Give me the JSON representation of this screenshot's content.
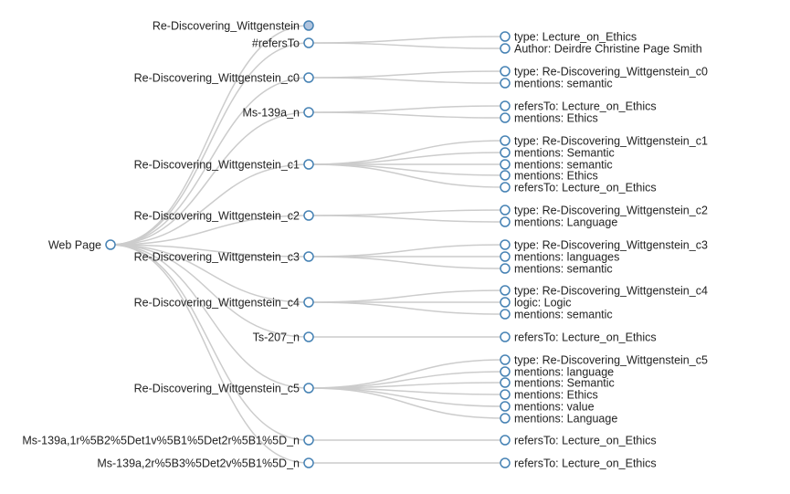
{
  "tree": {
    "root": "Web Page",
    "children": [
      {
        "label": "Re-Discovering_Wittgenstein",
        "selected": true,
        "children": []
      },
      {
        "label": "#refersTo",
        "children": [
          "type: Lecture_on_Ethics",
          "Author: Deirdre Christine Page Smith"
        ]
      },
      {
        "label": "Re-Discovering_Wittgenstein_c0",
        "children": [
          "type: Re-Discovering_Wittgenstein_c0",
          "mentions: semantic"
        ]
      },
      {
        "label": "Ms-139a_n",
        "children": [
          "refersTo: Lecture_on_Ethics",
          "mentions: Ethics"
        ]
      },
      {
        "label": "Re-Discovering_Wittgenstein_c1",
        "children": [
          "type: Re-Discovering_Wittgenstein_c1",
          "mentions: Semantic",
          "mentions: semantic",
          "mentions: Ethics",
          "refersTo: Lecture_on_Ethics"
        ]
      },
      {
        "label": "Re-Discovering_Wittgenstein_c2",
        "children": [
          "type: Re-Discovering_Wittgenstein_c2",
          "mentions: Language"
        ]
      },
      {
        "label": "Re-Discovering_Wittgenstein_c3",
        "children": [
          "type: Re-Discovering_Wittgenstein_c3",
          "mentions: languages",
          "mentions: semantic"
        ]
      },
      {
        "label": "Re-Discovering_Wittgenstein_c4",
        "children": [
          "type: Re-Discovering_Wittgenstein_c4",
          "logic: Logic",
          "mentions: semantic"
        ]
      },
      {
        "label": "Ts-207_n",
        "children": [
          "refersTo: Lecture_on_Ethics"
        ]
      },
      {
        "label": "Re-Discovering_Wittgenstein_c5",
        "children": [
          "type: Re-Discovering_Wittgenstein_c5",
          "mentions: language",
          "mentions: Semantic",
          "mentions: Ethics",
          "mentions: value",
          "mentions: Language"
        ]
      },
      {
        "label": "Ms-139a,1r%5B2%5Det1v%5B1%5Det2r%5B1%5D_n",
        "children": [
          "refersTo: Lecture_on_Ethics"
        ]
      },
      {
        "label": "Ms-139a,2r%5B3%5Det2v%5B1%5D_n",
        "children": [
          "refersTo: Lecture_on_Ethics"
        ]
      }
    ]
  }
}
